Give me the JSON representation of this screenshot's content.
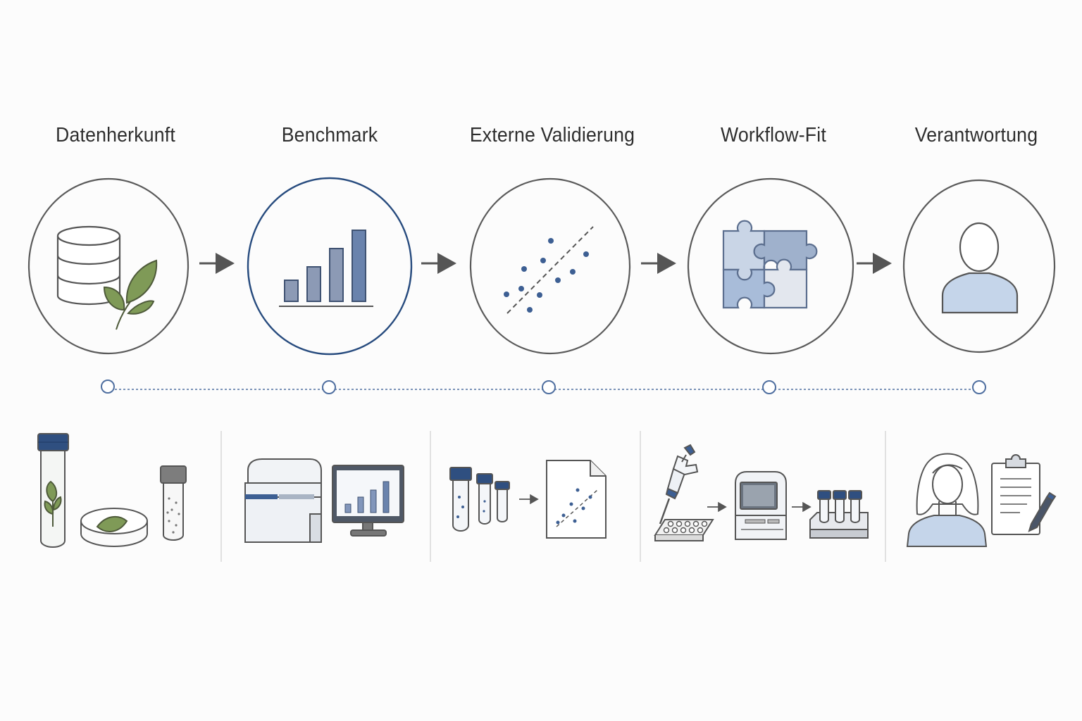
{
  "steps": [
    {
      "title": "Datenherkunft",
      "icon": "database-leaf-icon",
      "detail_icons": [
        "sample-tube-leaf-icon",
        "petri-dish-leaf-icon",
        "seed-vial-icon"
      ]
    },
    {
      "title": "Benchmark",
      "icon": "bar-chart-icon",
      "detail_icons": [
        "lab-analyzer-icon",
        "monitor-bar-chart-icon"
      ]
    },
    {
      "title": "Externe Validierung",
      "icon": "scatter-plot-icon",
      "detail_icons": [
        "sample-tubes-icon",
        "arrow-right-icon",
        "scatter-report-icon"
      ]
    },
    {
      "title": "Workflow-Fit",
      "icon": "puzzle-icon",
      "detail_icons": [
        "pipette-plate-icon",
        "lab-instrument-icon",
        "tube-rack-icon"
      ]
    },
    {
      "title": "Verantwortung",
      "icon": "person-icon",
      "detail_icons": [
        "woman-avatar-icon",
        "clipboard-pen-icon"
      ]
    }
  ],
  "colors": {
    "circle_stroke": "#5a5a5a",
    "highlight_stroke": "#274b7e",
    "accent_blue": "#3d5f93",
    "light_blue": "#c5d5ea",
    "leaf_green": "#7f9a57",
    "arrow": "#555555",
    "timeline": "#4f6fa0"
  }
}
